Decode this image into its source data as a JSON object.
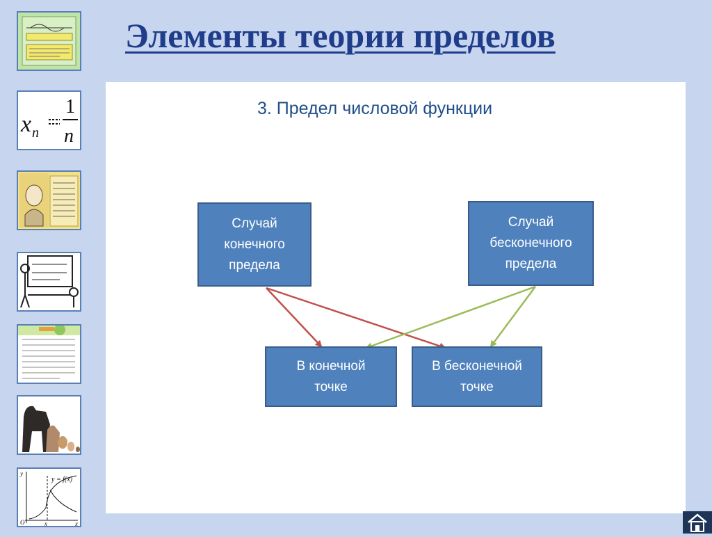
{
  "title": "Элементы теории пределов",
  "subtitle": "3. Предел числовой функции",
  "nodes": {
    "finite_limit": "Случай\nконечного\nпредела",
    "infinite_limit": "Случай\nбесконечного\nпредела",
    "at_finite_point": "В конечной\nточке",
    "at_infinite_point": "В бесконечной\nточке"
  },
  "thumbnails": {
    "t2_formula_x": "x",
    "t2_formula_n": "n",
    "t2_formula_one": "1",
    "t2_formula_den": "n",
    "t7_curve_label": "y = f(x)",
    "t7_origin": "O",
    "t7_x0": "x",
    "t7_x_axis": "x",
    "t7_y_axis": "y"
  },
  "colors": {
    "background": "#c7d6ee",
    "title": "#1f3d8a",
    "node_fill": "#4f81bd",
    "arrow_red": "#c0504d",
    "arrow_green": "#9bbb59"
  },
  "icons": [
    "home-icon"
  ]
}
